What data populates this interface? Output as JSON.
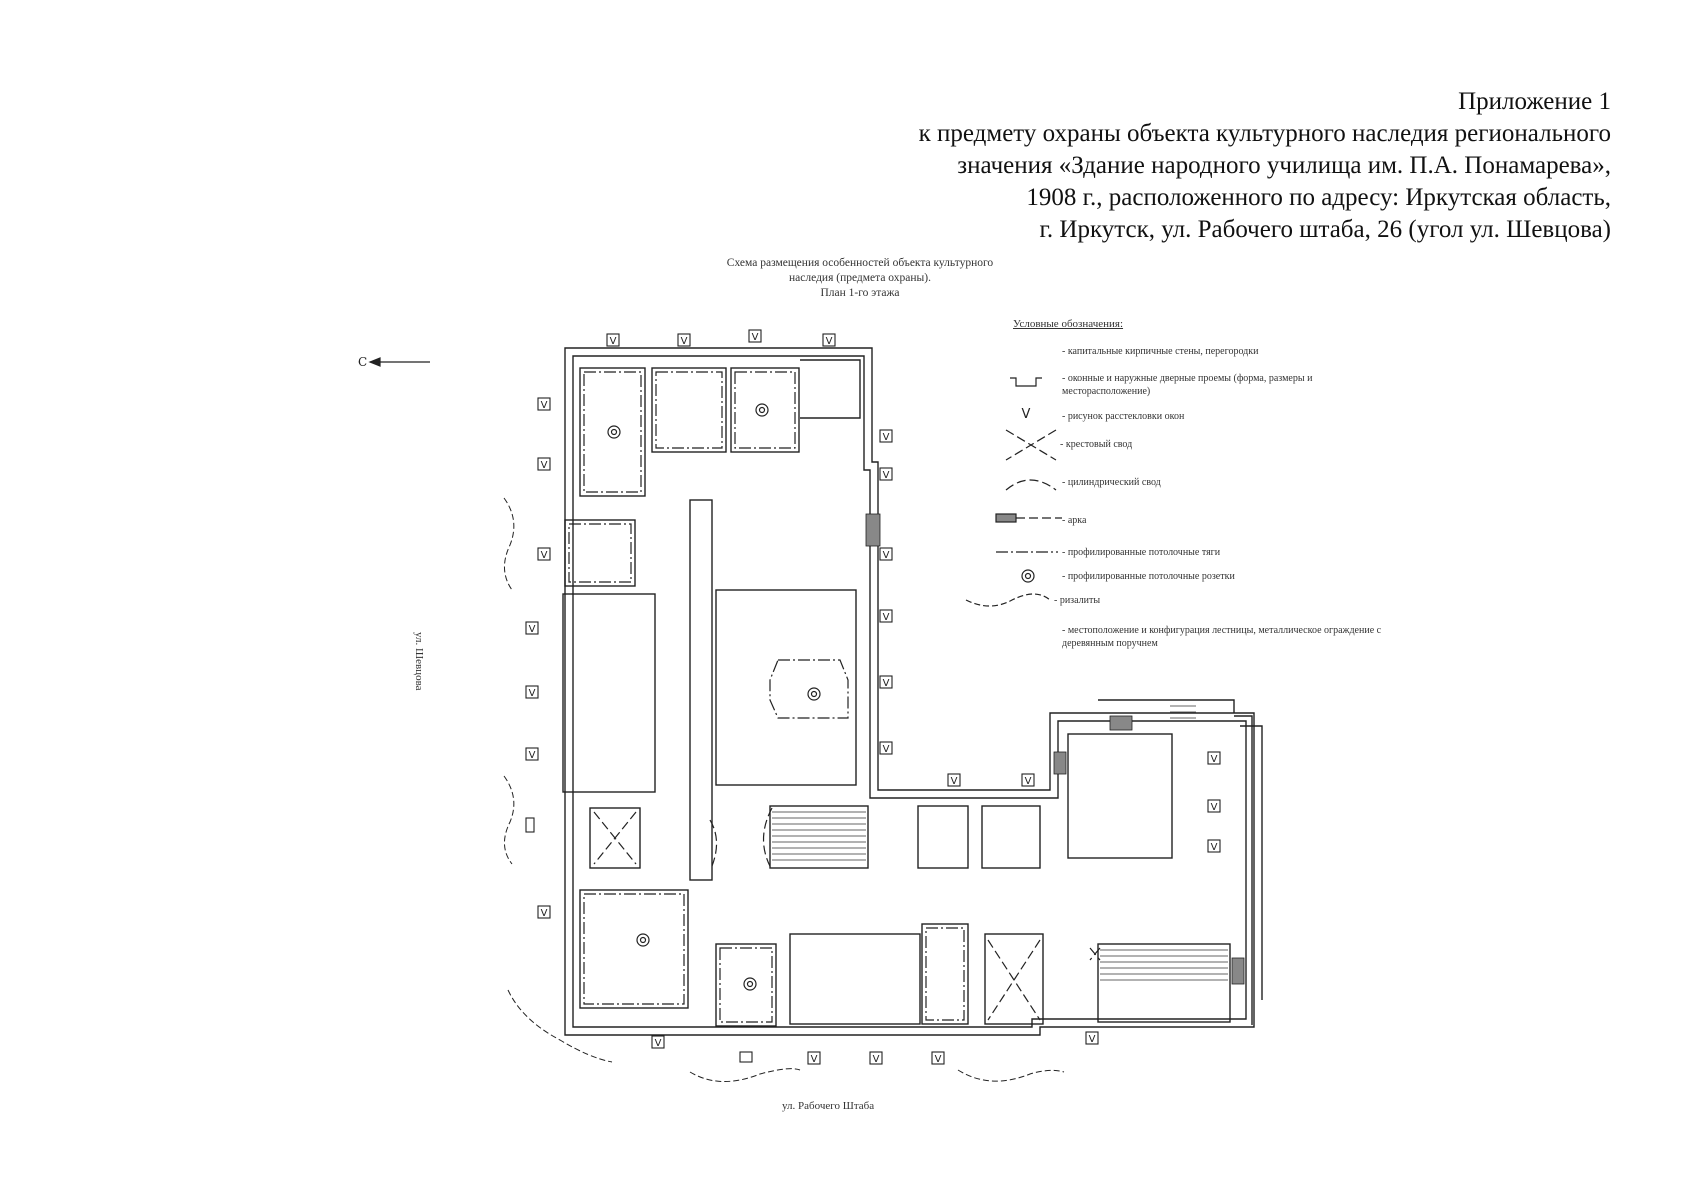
{
  "header": {
    "lines": [
      "Приложение 1",
      "к предмету охраны объекта культурного наследия регионального",
      "значения «Здание народного училища им. П.А. Понамарева»,",
      "1908 г., расположенного по адресу: Иркутская область,",
      "г. Иркутск, ул. Рабочего штаба, 26 (угол ул. Шевцова)"
    ]
  },
  "plan": {
    "caption_lines": [
      "Схема размещения особенностей объекта культурного",
      "наследия (предмета охраны).",
      "План 1-го этажа"
    ],
    "legend": {
      "title": "Условные обозначения:",
      "items": [
        {
          "label": "- капитальные кирпичные стены, перегородки"
        },
        {
          "label": "- оконные и наружные дверные проемы (форма, размеры и месторасположение)"
        },
        {
          "symbol": "V",
          "label": "- рисунок расстекловки окон"
        },
        {
          "label": "- крестовый свод"
        },
        {
          "label": "- цилиндрический свод"
        },
        {
          "label": "- арка"
        },
        {
          "label": "- профилированные потолочные тяги"
        },
        {
          "label": "- профилированные потолочные розетки"
        },
        {
          "label": "- ризалиты"
        },
        {
          "label": "- местоположение и конфигурация лестницы, металлическое ограждение с деревянным поручнем"
        }
      ]
    },
    "streets": {
      "left": "ул. Шевцова",
      "bottom": "ул. Рабочего Штаба"
    },
    "north_arrow": {
      "letter": "С"
    }
  }
}
